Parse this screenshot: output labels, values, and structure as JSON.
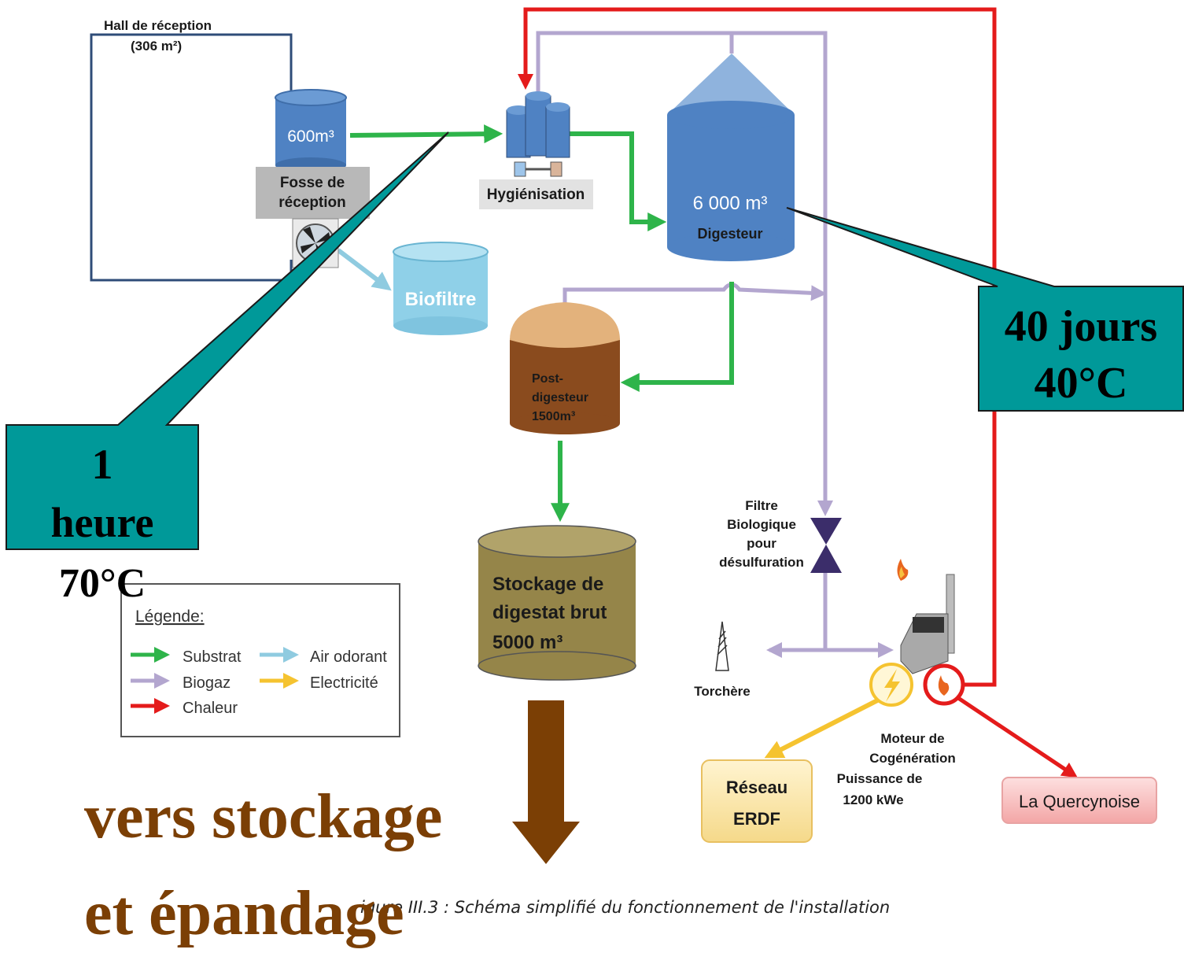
{
  "hall": {
    "title": "Hall de réception",
    "area": "(306 m²)"
  },
  "pit": {
    "volume": "600m³",
    "label_line1": "Fosse de",
    "label_line2": "réception"
  },
  "hygienisation": {
    "label": "Hygiénisation"
  },
  "biofilter": {
    "label": "Biofiltre"
  },
  "digester": {
    "volume": "6 000 m³",
    "label": "Digesteur"
  },
  "post_digester": {
    "line1": "Post-",
    "line2": "digesteur",
    "line3": "1500m³"
  },
  "storage": {
    "line1": "Stockage de",
    "line2": "digestat brut",
    "line3": "5000 m³"
  },
  "desulf": {
    "line1": "Filtre",
    "line2": "Biologique",
    "line3": "pour",
    "line4": "désulfuration"
  },
  "flare": {
    "label": "Torchère"
  },
  "engine": {
    "line1": "Moteur de",
    "line2": "Cogénération",
    "line3": "Puissance de",
    "line4": "1200 kWe"
  },
  "grid": {
    "line1": "Réseau",
    "line2": "ERDF"
  },
  "customer": {
    "label": "La Quercynoise"
  },
  "legend": {
    "title": "Légende:",
    "items": [
      "Substrat",
      "Biogaz",
      "Chaleur",
      "Air odorant",
      "Electricité"
    ],
    "colors": [
      "#2eb44a",
      "#b3a6cf",
      "#e41b1b",
      "#8fcbe0",
      "#f5c330"
    ]
  },
  "callout_left": {
    "line1": "1",
    "line2": "heure",
    "line3": "70°C"
  },
  "callout_right": {
    "line1": "40 jours",
    "line2": "40°C"
  },
  "overlay": {
    "line1": "vers stockage",
    "line2": "et épandage"
  },
  "caption": "igure III.3 : Schéma simplifié du fonctionnement de l'installation",
  "colors": {
    "substrate": "#2eb44a",
    "biogas": "#b3a6cf",
    "heat": "#e41b1b",
    "odor_air": "#8fcbe0",
    "electricity": "#f5c330",
    "callout": "#009999",
    "overlay": "#7b3f05"
  }
}
